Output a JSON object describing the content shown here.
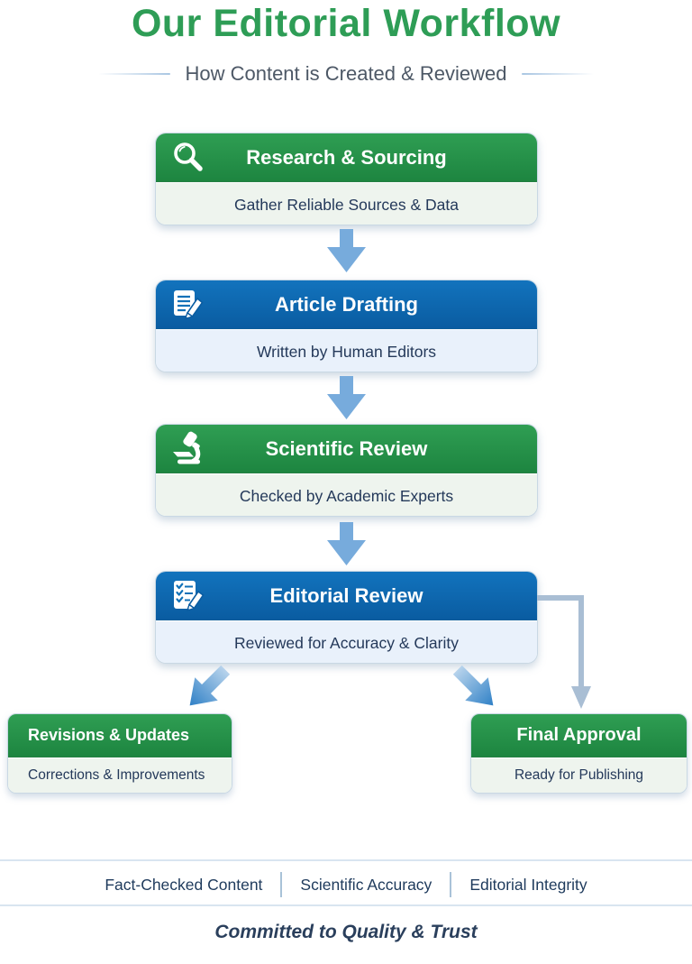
{
  "colors": {
    "title_green": "#2e9d56",
    "green_header_top": "#2f9e53",
    "green_header_bottom": "#1d8540",
    "blue_header_top": "#1273bd",
    "blue_header_bottom": "#0a5ca1",
    "green_body_bg": "#eef4ee",
    "blue_body_bg": "#e9f1fb",
    "navy_text": "#24395a",
    "arrow_blue": "#77abdc",
    "connector_gray": "#a9bed4",
    "subtitle_gray": "#4d5866",
    "divider_blue": "#d9e5f0",
    "badge_text": "#1e3a5c",
    "tagline_text": "#2a3f5c"
  },
  "header": {
    "title": "Our Editorial Workflow",
    "subtitle": "How Content is Created & Reviewed"
  },
  "flow": {
    "steps": [
      {
        "title": "Research & Sourcing",
        "subtitle": "Gather Reliable Sources & Data",
        "icon": "magnifier-icon",
        "theme": "green"
      },
      {
        "title": "Article Drafting",
        "subtitle": "Written by Human Editors",
        "icon": "document-pencil-icon",
        "theme": "blue"
      },
      {
        "title": "Scientific Review",
        "subtitle": "Checked by Academic Experts",
        "icon": "microscope-icon",
        "theme": "green"
      },
      {
        "title": "Editorial Review",
        "subtitle": "Reviewed for Accuracy & Clarity",
        "icon": "checklist-pencil-icon",
        "theme": "blue"
      }
    ],
    "outcomes": [
      {
        "title": "Revisions & Updates",
        "subtitle": "Corrections & Improvements",
        "theme": "green"
      },
      {
        "title": "Final Approval",
        "subtitle": "Ready for Publishing",
        "theme": "green"
      }
    ]
  },
  "footer": {
    "badges": [
      "Fact-Checked Content",
      "Scientific Accuracy",
      "Editorial Integrity"
    ],
    "tagline": "Committed to Quality & Trust"
  }
}
